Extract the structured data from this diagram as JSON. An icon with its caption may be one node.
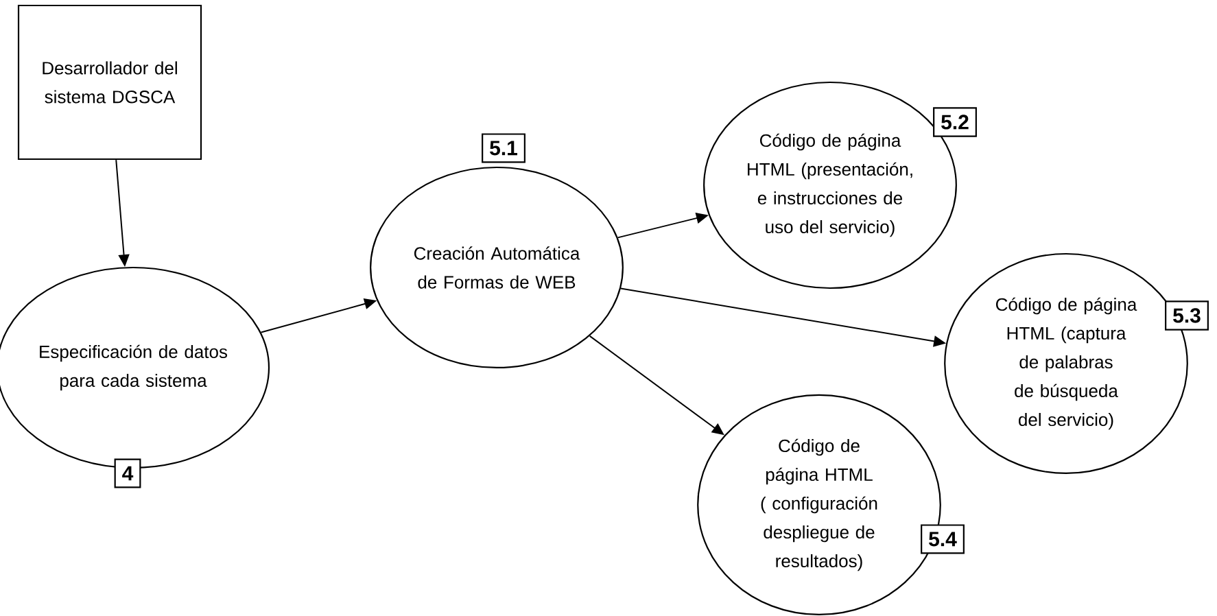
{
  "diagram": {
    "nodes": [
      {
        "text": [
          "Desarrollador del sistema DGSCA"
        ]
      },
      {
        "text": [
          "Especificación de datos para cada sistema"
        ],
        "beside": [
          "4"
        ]
      },
      {
        "text": [
          "Creación Automática de Formas de WEB"
        ],
        "beside": [
          "5.1"
        ]
      },
      {
        "text": [
          "Código de página HTML (presentación, e instrucciones de uso del servicio)"
        ],
        "beside": [
          "5.2"
        ]
      },
      {
        "text": [
          "Código de página HTML (captura de palabras de búsqueda del servicio)"
        ],
        "beside": [
          "5.3"
        ]
      },
      {
        "text": [
          "Código de página HTML ( configuración despliegue de resultados)"
        ],
        "beside": [
          "5.4"
        ]
      }
    ],
    "edges": [
      {
        "from": 0,
        "to": 1,
        "arrow": "to"
      },
      {
        "from": 1,
        "to": 2,
        "arrow": "to"
      },
      {
        "from": 2,
        "to": 3,
        "arrow": "to"
      },
      {
        "from": 2,
        "to": 4,
        "arrow": "to"
      },
      {
        "from": 2,
        "to": 5,
        "arrow": "to"
      }
    ]
  }
}
